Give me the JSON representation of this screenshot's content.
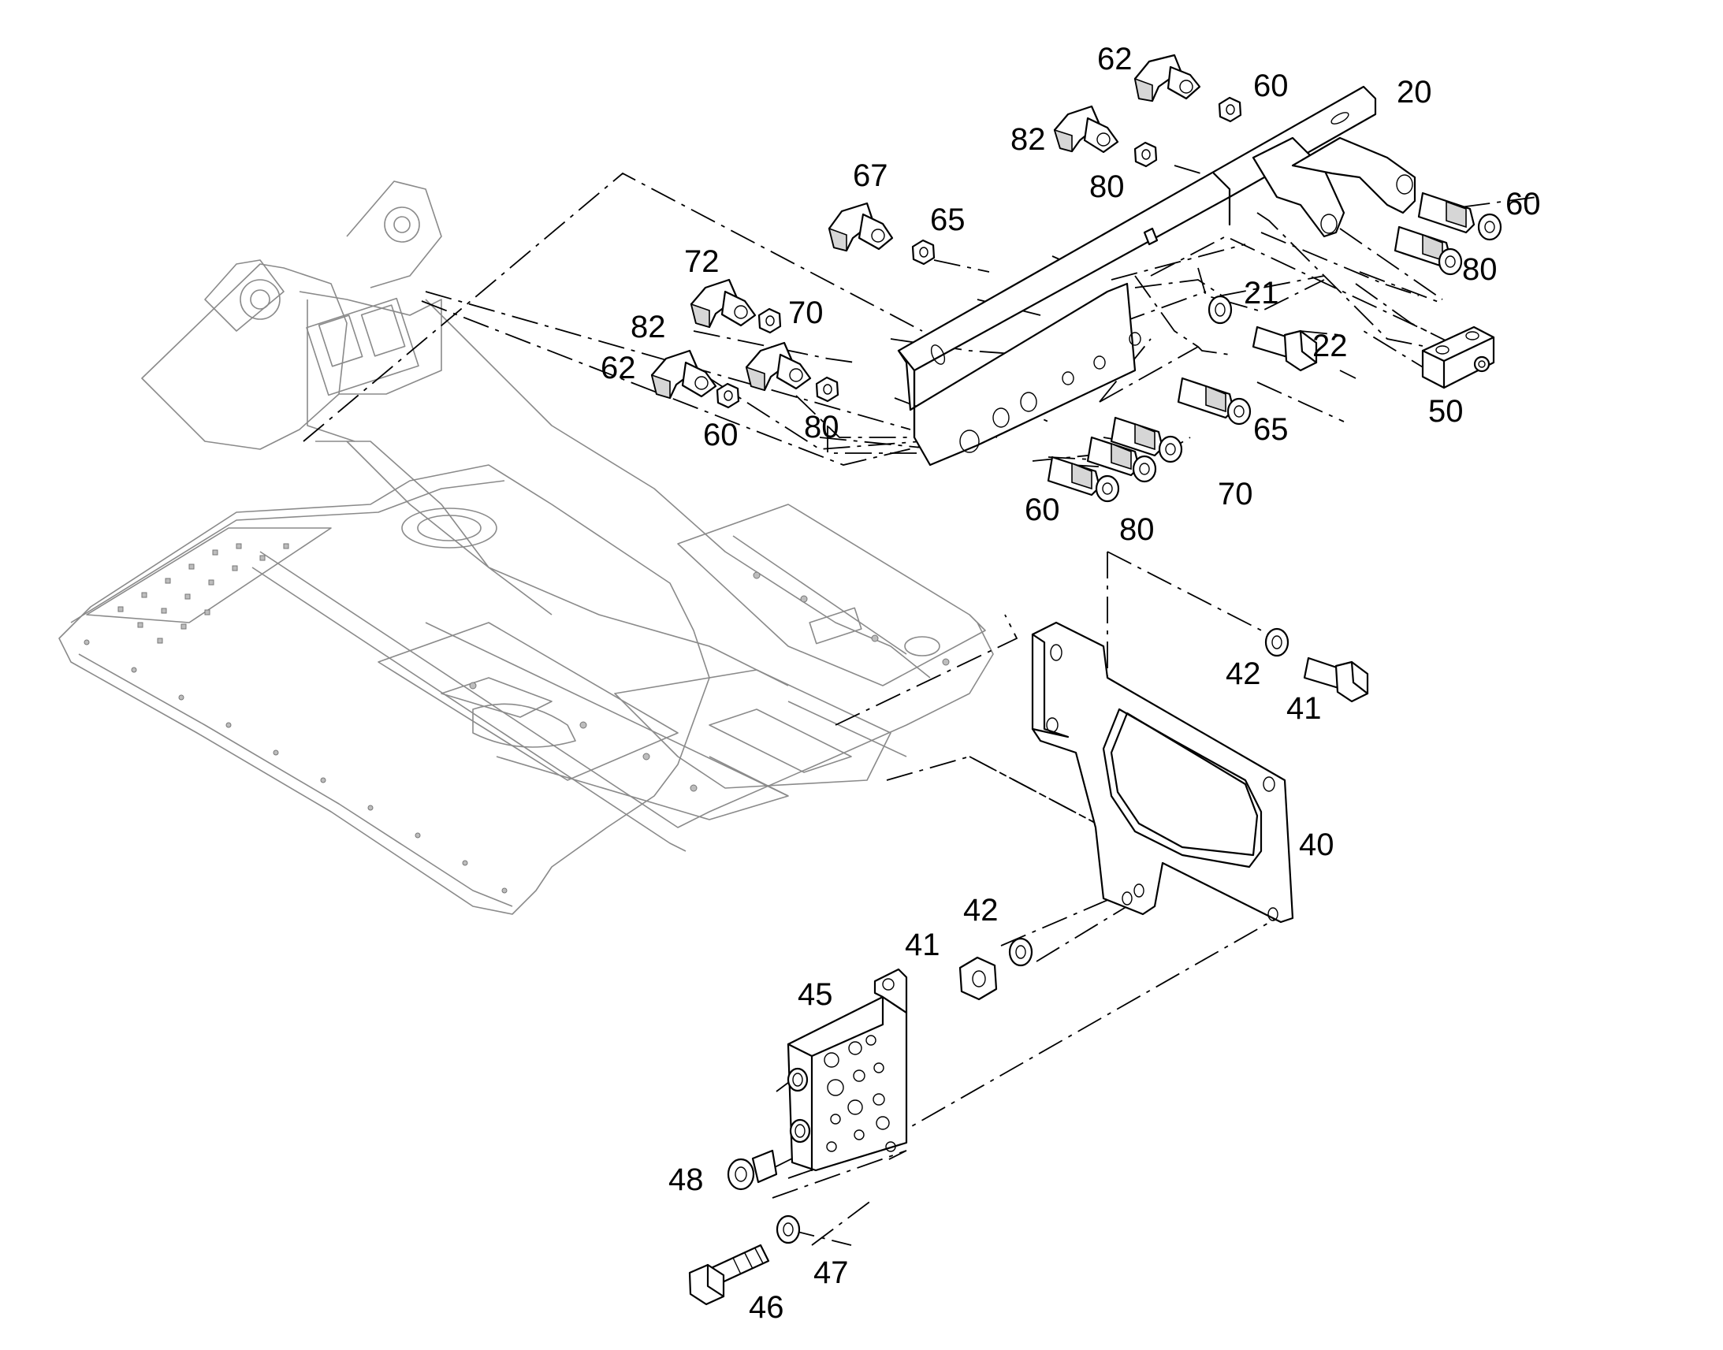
{
  "diagram": {
    "type": "exploded-parts-diagram",
    "line_color": "#000000",
    "background": "#ffffff",
    "callouts": [
      {
        "id": "c-62-top",
        "text": "62"
      },
      {
        "id": "c-60-top",
        "text": "60"
      },
      {
        "id": "c-20",
        "text": "20"
      },
      {
        "id": "c-82-top",
        "text": "82"
      },
      {
        "id": "c-80-top",
        "text": "80"
      },
      {
        "id": "c-67",
        "text": "67"
      },
      {
        "id": "c-65-top",
        "text": "65"
      },
      {
        "id": "c-60-right",
        "text": "60"
      },
      {
        "id": "c-80-right",
        "text": "80"
      },
      {
        "id": "c-72",
        "text": "72"
      },
      {
        "id": "c-70-top",
        "text": "70"
      },
      {
        "id": "c-21",
        "text": "21"
      },
      {
        "id": "c-22",
        "text": "22"
      },
      {
        "id": "c-82-mid",
        "text": "82"
      },
      {
        "id": "c-62-mid",
        "text": "62"
      },
      {
        "id": "c-80-mid",
        "text": "80"
      },
      {
        "id": "c-60-mid",
        "text": "60"
      },
      {
        "id": "c-65-mid",
        "text": "65"
      },
      {
        "id": "c-50",
        "text": "50"
      },
      {
        "id": "c-70-mid",
        "text": "70"
      },
      {
        "id": "c-60-low",
        "text": "60"
      },
      {
        "id": "c-80-low",
        "text": "80"
      },
      {
        "id": "c-42-right",
        "text": "42"
      },
      {
        "id": "c-41-right",
        "text": "41"
      },
      {
        "id": "c-40",
        "text": "40"
      },
      {
        "id": "c-42-low",
        "text": "42"
      },
      {
        "id": "c-41-low",
        "text": "41"
      },
      {
        "id": "c-45",
        "text": "45"
      },
      {
        "id": "c-48",
        "text": "48"
      },
      {
        "id": "c-47",
        "text": "47"
      },
      {
        "id": "c-46",
        "text": "46"
      }
    ]
  }
}
